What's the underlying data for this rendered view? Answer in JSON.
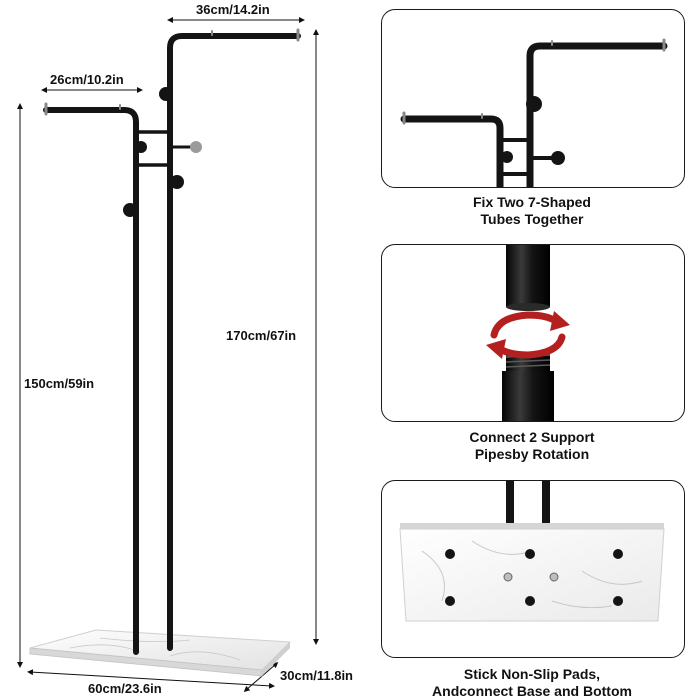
{
  "dimensions": {
    "top_width": "36cm/14.2in",
    "left_arm_width": "26cm/10.2in",
    "tall_height": "170cm/67in",
    "short_height": "150cm/59in",
    "base_width": "60cm/23.6in",
    "base_depth": "30cm/11.8in"
  },
  "steps": [
    {
      "caption_line1": "Fix Two 7-Shaped",
      "caption_line2": "Tubes Together"
    },
    {
      "caption_line1": "Connect 2 Support",
      "caption_line2": "Pipesby Rotation"
    },
    {
      "caption_line1": "Stick Non-Slip Pads,",
      "caption_line2": "Andconnect Base and Bottom"
    }
  ],
  "colors": {
    "metal": "#141414",
    "marble": "#f2f2f2",
    "rotation_arrow": "#b3201f",
    "panel_border": "#1a1a1a"
  }
}
